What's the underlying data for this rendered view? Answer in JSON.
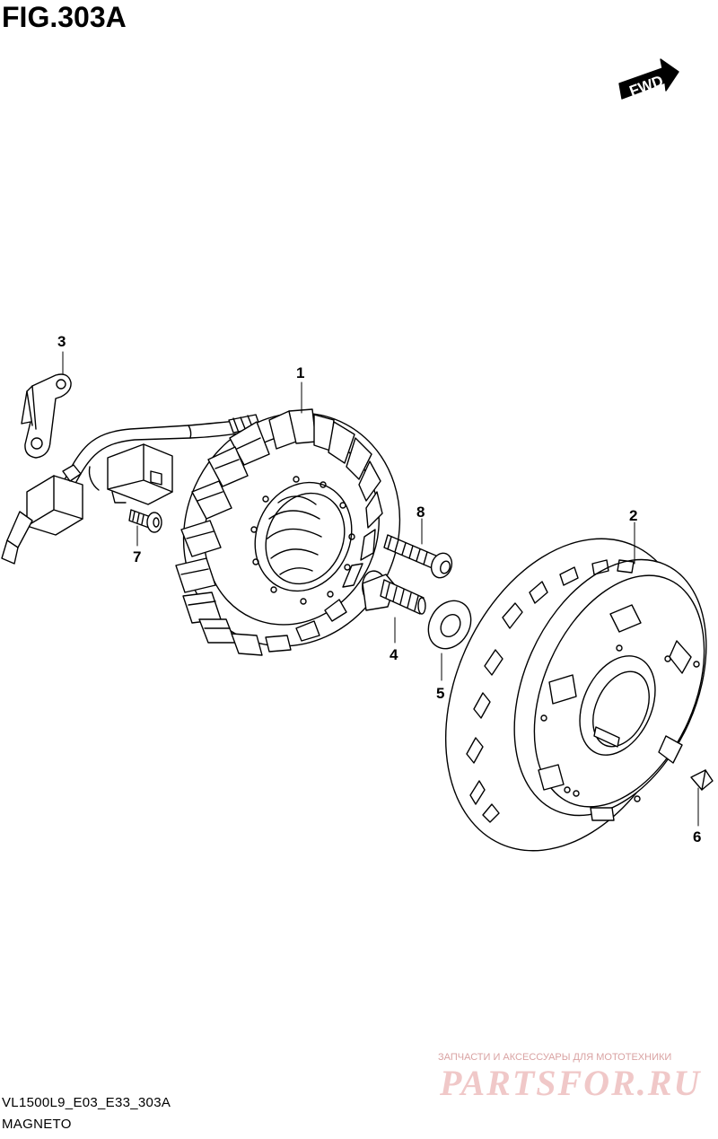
{
  "figure": {
    "title": "FIG.303A"
  },
  "direction": {
    "label": "FWD"
  },
  "callouts": {
    "c1": "1",
    "c2": "2",
    "c3": "3",
    "c4": "4",
    "c5": "5",
    "c6": "6",
    "c7": "7",
    "c8": "8"
  },
  "footer": {
    "code": "VL1500L9_E03_E33_303A",
    "name": "MAGNETO"
  },
  "watermark": {
    "line1": "ЗАПЧАСТИ И АКСЕССУАРЫ ДЛЯ МОТОТЕХНИКИ",
    "logo": "PARTSFOR.RU"
  }
}
